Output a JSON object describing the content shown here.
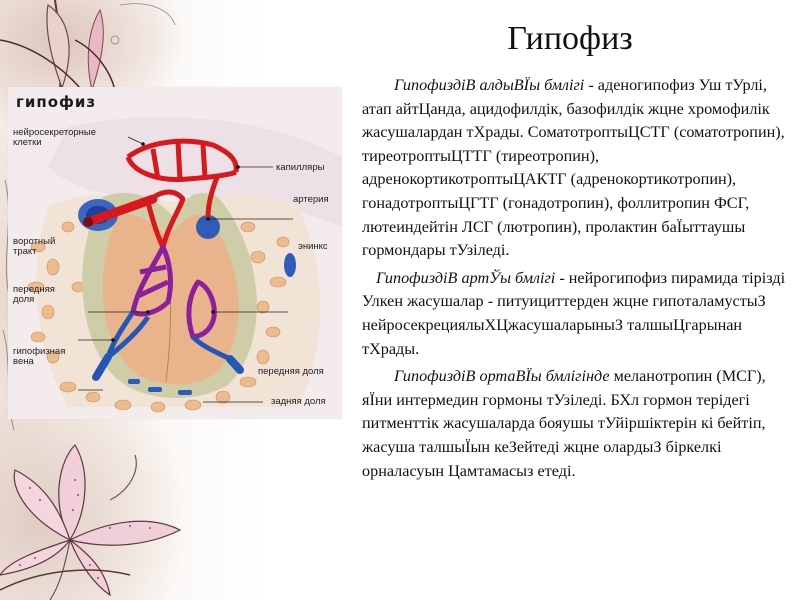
{
  "slide": {
    "title": "Гипофиз",
    "paragraphs": [
      {
        "italic_lead": "ГипофиздіВ алдыВЇы бмлігі",
        "text": " - аденогипофиз Уш тУрлі, атап айтЦанда, ацидофилдік, базофилдік жцне хромофилік жасушалардан тХрады. СоматотроптыЦСТГ (соматотропин), тиреотроптыЦТТГ (тиреотропин), адренокортикотроптыЦАКТГ (адренокортикотропин), гонадотроптыЦГТГ (гонадотропин), фоллитропин ФСГ, лютеиндейтін ЛСГ (лютропин), пролактин баЇыттаушы гормондары тУзіледі."
      },
      {
        "italic_lead": "ГипофиздіВ артЎы бмлігі",
        "text": " - нейрогипофиз пирамида тірізді Улкен жасушалар - питуициттерден жцне гипоталамустыЗ нейросекрециялыХЦжасушаларыныЗ талшыЦгарынан тХрады."
      },
      {
        "italic_lead": "ГипофиздіВ ортаВЇы бмлігінде",
        "text": " меланотропин (МСГ), яЇни интермедин гормоны тУзіледі. БХл гормон терідегі питменттік жасушаларда бояушы тУйіршіктерін кі бейтіп, жасуша талшыЇын кеЗейтеді жцне олардыЗ біркелкі орналасуын Цамтамасыз етеді."
      }
    ]
  },
  "diagram": {
    "title": "гипофиз",
    "labels": {
      "neurosecretory": "нейросекреторные\nклетки",
      "capillaries": "капилляры",
      "artery": "артерия",
      "portal_tract": "воротный\nтракт",
      "sinus": "энинкс",
      "anterior_lobe_left": "передняя\nдоля",
      "pituitary_vein": "гипофизная\nвена",
      "anterior_lobe_right": "передняя доля",
      "posterior_lobe": "задняя доля"
    },
    "colors": {
      "capillary_red": "#d8181a",
      "portal_purple": "#8b1f9e",
      "vein_blue": "#2456b8",
      "tissue_tan": "#e9b98e",
      "capsule_olive": "#c9c7a4"
    }
  }
}
